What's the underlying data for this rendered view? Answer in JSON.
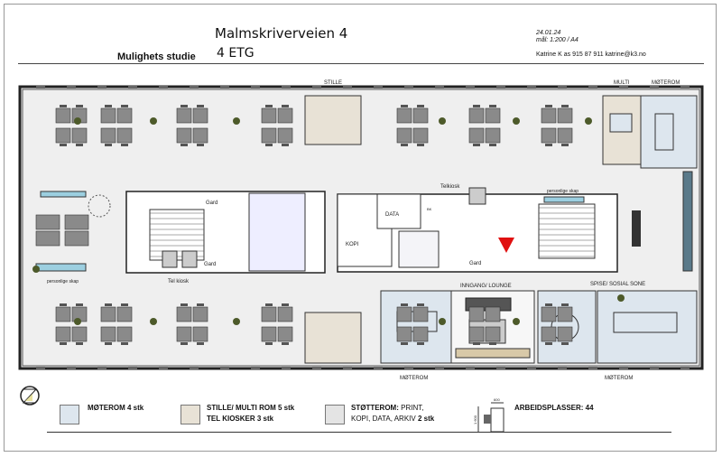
{
  "header": {
    "title": "Malmskriverveien 4",
    "floor": "4 ETG",
    "study": "Mulighets studie",
    "date": "24.01.24",
    "scale": "mål: 1:200 / A4",
    "contact": "Katrine K as   915 87 911   katrine@k3.no"
  },
  "plan": {
    "labels": {
      "stille_top": "STILLE",
      "multi": "MULTI",
      "moterom_top": "MØTEROM",
      "data": "DATA",
      "bk": "BK",
      "kopi": "KOPI",
      "telkiosk": "Telkiosk",
      "tel_kiosk": "Tel kiosk",
      "gard_1": "Gard",
      "gard_2": "Gard",
      "gard_3": "Gard",
      "personlige_skap_left": "personlige skap",
      "personlige_skap_right": "personlige skap",
      "inngang": "INNGANG/ LOUNGE",
      "spise": "SPISE/ SOSIAL SONE",
      "moterom_bottom_1": "MØTEROM",
      "moterom_bottom_2": "MØTEROM"
    },
    "colors": {
      "moterom": "#dde6ee",
      "stille": "#e8e2d6",
      "stotte": "#e4e4e4",
      "floor": "#efefef",
      "desk": "#8a8a8a",
      "entry_marker": "#e01010"
    }
  },
  "legend": {
    "moterom": "MØTEROM 4 stk",
    "stille": "STILLE/ MULTI ROM 5 stk",
    "telkiosk": "TEL KIOSKER 3 stk",
    "stotte_bold": "STØTTEROM:",
    "stotte_1": "PRINT,",
    "stotte_2": "KOPI, DATA, ARKIV",
    "stotte_count": "2 stk",
    "arbeidsplasser": "ARBEIDSPLASSER: 44",
    "dim_w": "600",
    "dim_h": "1 600"
  }
}
